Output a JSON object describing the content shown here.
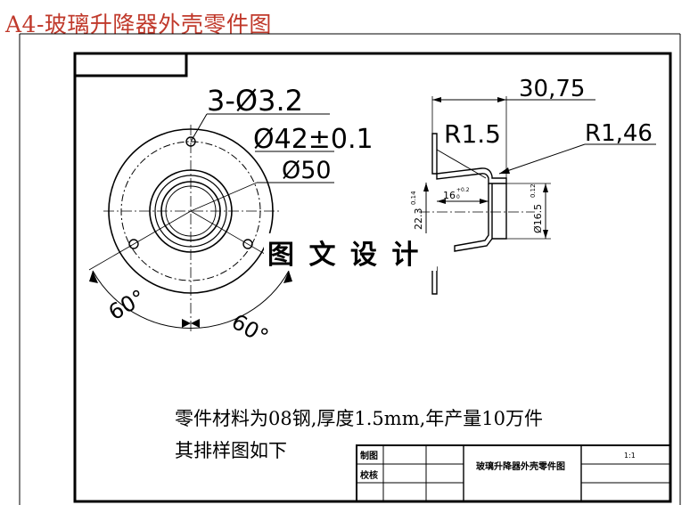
{
  "page_title": "A4-玻璃升降器外壳零件图",
  "watermark": "图 文 设 计",
  "dimensions": {
    "holes": "3-Ø3.2",
    "bolt_circle": "Ø42±0.1",
    "outer_diameter": "Ø50",
    "width": "30,75",
    "radius_inner": "R1.5",
    "radius_outer": "R1,46",
    "angle_left": "60°",
    "angle_right": "60°",
    "height_left": "22.3",
    "height_left_tol": "0.14",
    "depth": "16",
    "depth_tol_upper": "+0.2",
    "depth_tol_lower": "0",
    "bore": "Ø16.5",
    "bore_tol": "0.12"
  },
  "notes": {
    "line1": "零件材料为08钢,厚度1.5mm,年产量10万件",
    "line2": "其排样图如下"
  },
  "title_block": {
    "row1_label": "制图",
    "row2_label": "校核",
    "part_name": "玻璃升降器外壳零件图",
    "scale": "1:1"
  }
}
